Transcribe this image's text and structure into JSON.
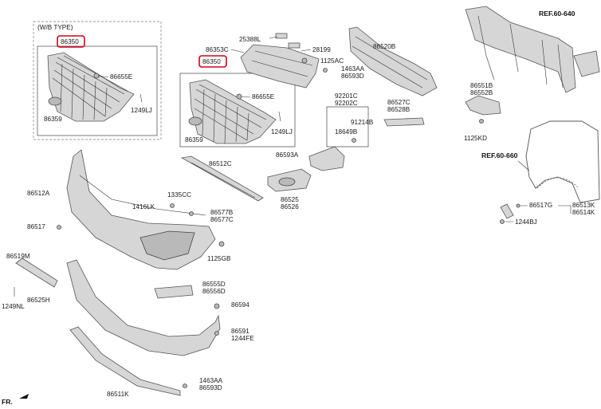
{
  "wb_type": "(W/B TYPE)",
  "footer": "FR.",
  "refs": {
    "ref640": "REF.60-640",
    "ref660": "REF.60-660"
  },
  "highlight_color": "#d0021b",
  "parts": {
    "p86350a": "86350",
    "p86350b": "86350",
    "p86655e_a": "86655E",
    "p86655e_b": "86655E",
    "p86359_a": "86359",
    "p86359_b": "86359",
    "p1249lj_a": "1249LJ",
    "p1249lj_b": "1249LJ",
    "p25388l": "25388L",
    "p28199": "28199",
    "p86353c": "86353C",
    "p1125ac": "1125AC",
    "p1463aa_a": "1463AA",
    "p86593d_a": "86593D",
    "p86520b": "86520B",
    "p92201c": "92201C",
    "p92202c": "92202C",
    "p91214b": "91214B",
    "p18649b": "18649B",
    "p86527c": "86527C",
    "p86528b": "86528B",
    "p86551b": "86551B",
    "p86552b": "86552B",
    "p1125kd": "1125KD",
    "p86512c": "86512C",
    "p86593a": "86593A",
    "p86525": "86525",
    "p86526": "86526",
    "p86512a": "86512A",
    "p1335cc": "1335CC",
    "p1416lk": "1416LK",
    "p86577b": "86577B",
    "p86577c": "86577C",
    "p86517": "86517",
    "p1125gb": "1125GB",
    "p86519m": "86519M",
    "p1249nl": "1249NL",
    "p86525h": "86525H",
    "p86555d": "86555D",
    "p86556d": "86556D",
    "p86594": "86594",
    "p86591": "86591",
    "p1244fe": "1244FE",
    "p86511k": "86511K",
    "p1463aa_b": "1463AA",
    "p86593d_b": "86593D",
    "p86517g": "86517G",
    "p86513k": "86513K",
    "p86514k": "86514K",
    "p1244bj": "1244BJ"
  }
}
